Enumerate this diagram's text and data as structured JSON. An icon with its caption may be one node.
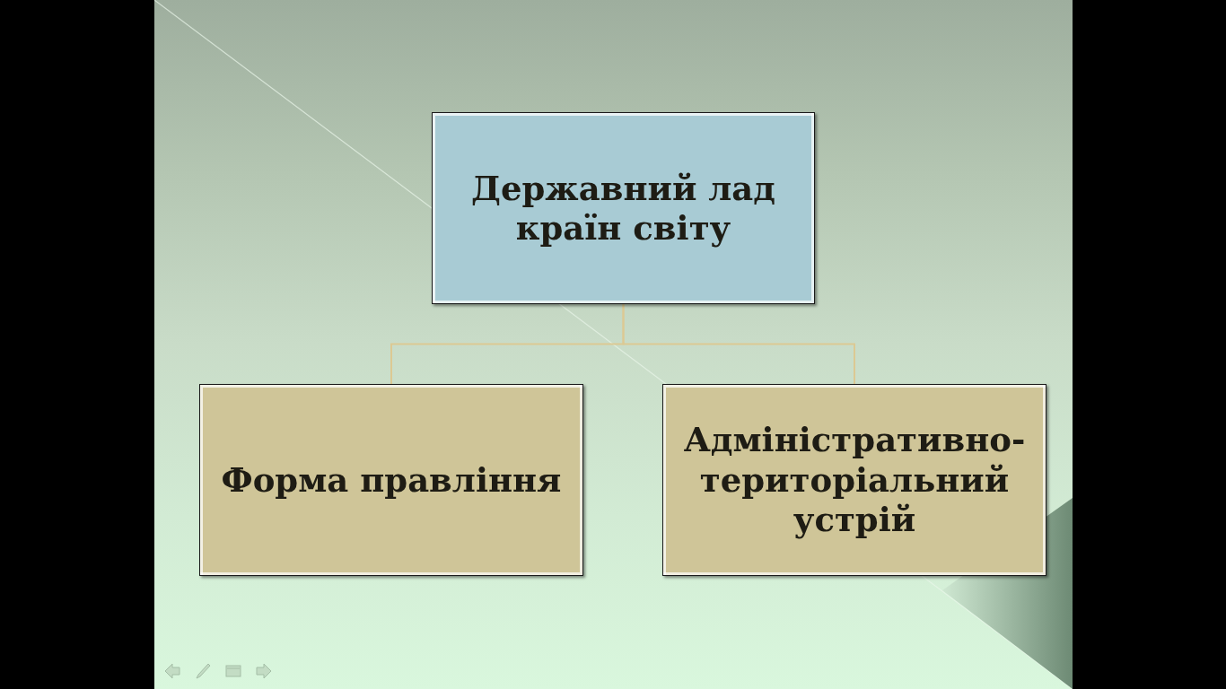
{
  "diagram": {
    "nodes": [
      {
        "text": [
          "Державний лад країн світу"
        ]
      },
      {
        "text": [
          "Форма правління"
        ]
      },
      {
        "text": [
          "Адміністративно-територіальний устрій"
        ]
      }
    ],
    "edges": [
      {
        "from": 0,
        "to": 1,
        "arrow": "none"
      },
      {
        "from": 0,
        "to": 2,
        "arrow": "none"
      }
    ]
  }
}
